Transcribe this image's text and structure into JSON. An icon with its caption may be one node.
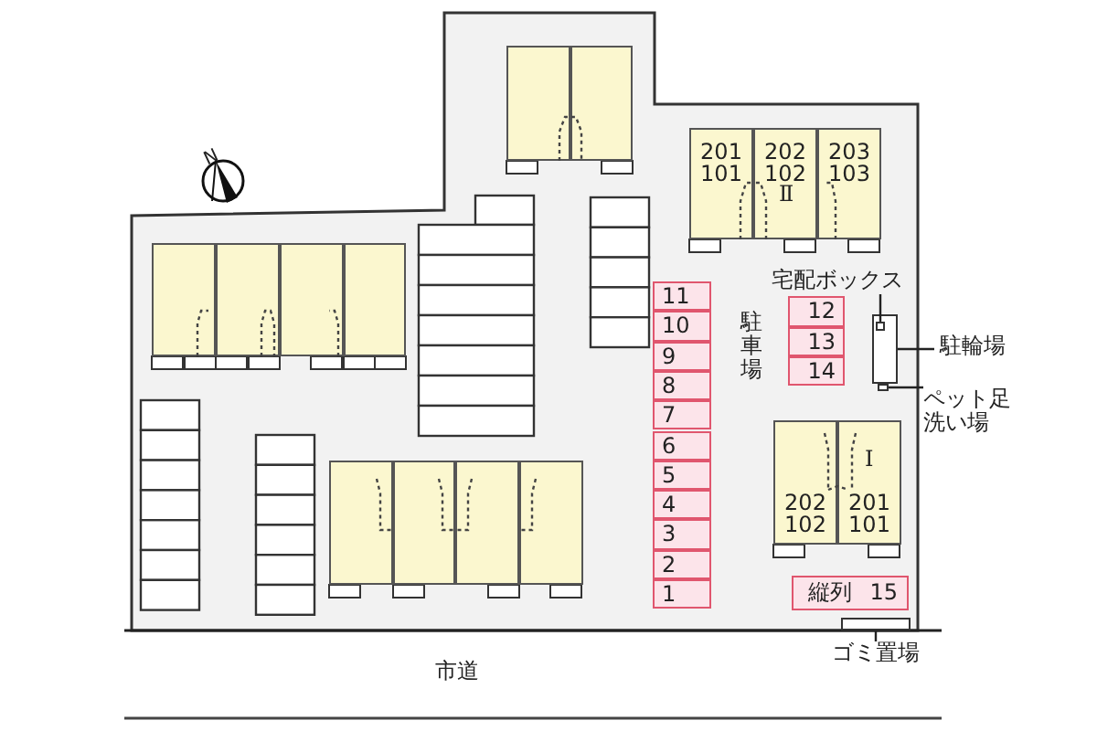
{
  "diagram": {
    "nodes": [
      {
        "text": [],
        "shape": "box"
      },
      {
        "text": [],
        "shape": "box"
      },
      {
        "text": [
          "201 101"
        ]
      },
      {
        "text": [
          "202 102"
        ]
      },
      {
        "text": [
          "203 103"
        ]
      },
      {
        "text": [],
        "shape": "box"
      },
      {
        "text": [],
        "shape": "box"
      },
      {
        "text": [],
        "shape": "box"
      },
      {
        "text": [],
        "shape": "box"
      },
      {
        "text": [
          "11"
        ]
      },
      {
        "text": [
          "10"
        ]
      },
      {
        "text": [
          "9"
        ]
      },
      {
        "text": [
          "8"
        ]
      },
      {
        "text": [
          "7"
        ]
      },
      {
        "text": [
          "6"
        ]
      },
      {
        "text": [
          "5"
        ]
      },
      {
        "text": [
          "4"
        ]
      },
      {
        "text": [
          "3"
        ]
      },
      {
        "text": [
          "2"
        ]
      },
      {
        "text": [
          "1"
        ]
      },
      {
        "text": [
          "12"
        ]
      },
      {
        "text": [
          "13"
        ]
      },
      {
        "text": [
          "14"
        ]
      },
      {
        "text": [
          "宅配ボックス"
        ]
      },
      {
        "text": [],
        "shape": "box"
      },
      {
        "text": [],
        "shape": "box",
        "in": 24
      },
      {
        "text": [
          "駐輪場"
        ]
      },
      {
        "text": [],
        "shape": "box"
      },
      {
        "text": [
          "ペット足洗い場"
        ]
      },
      {
        "text": [
          "202 102"
        ]
      },
      {
        "text": [
          "201 101"
        ]
      },
      {
        "text": [],
        "shape": "box"
      },
      {
        "text": [],
        "shape": "box"
      },
      {
        "text": [],
        "shape": "box"
      },
      {
        "text": [],
        "shape": "box"
      },
      {
        "text": [
          "縦列",
          "15"
        ]
      },
      {
        "text": [],
        "shape": "box"
      },
      {
        "text": [
          "ゴミ置場"
        ]
      }
    ],
    "edges": [
      {
        "from": 23,
        "to": 25,
        "arrow": "none"
      },
      {
        "from": 26,
        "to": 24,
        "arrow": "none"
      },
      {
        "from": 28,
        "to": 27,
        "arrow": "none"
      },
      {
        "from": 37,
        "to": 36,
        "arrow": "none"
      }
    ],
    "labels": [
      "N",
      "Ⅱ",
      "駐車場",
      "Ⅰ",
      "市道"
    ]
  }
}
